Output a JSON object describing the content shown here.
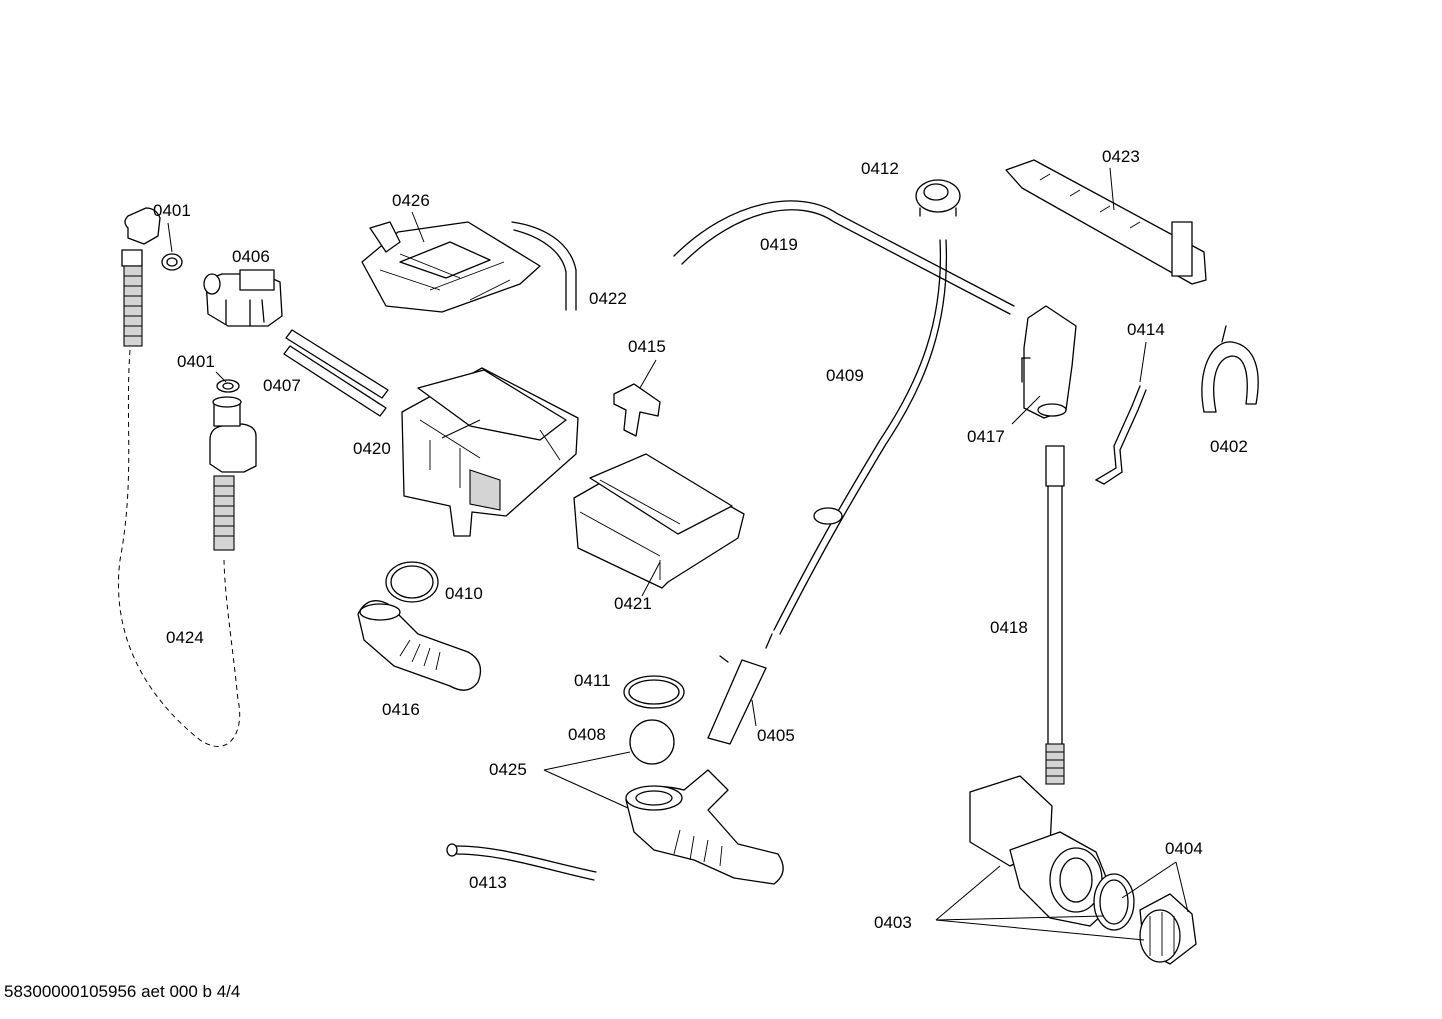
{
  "callouts": {
    "c0401a": "0401",
    "c0401b": "0401",
    "c0402": "0402",
    "c0403": "0403",
    "c0404": "0404",
    "c0405": "0405",
    "c0406": "0406",
    "c0407": "0407",
    "c0408": "0408",
    "c0409": "0409",
    "c0410": "0410",
    "c0411": "0411",
    "c0412": "0412",
    "c0413": "0413",
    "c0414": "0414",
    "c0415": "0415",
    "c0416": "0416",
    "c0417": "0417",
    "c0418": "0418",
    "c0419": "0419",
    "c0420": "0420",
    "c0421": "0421",
    "c0422": "0422",
    "c0423": "0423",
    "c0424": "0424",
    "c0425": "0425",
    "c0426": "0426"
  },
  "footer": {
    "document_id": "58300000105956 aet 000 b 4/4"
  }
}
